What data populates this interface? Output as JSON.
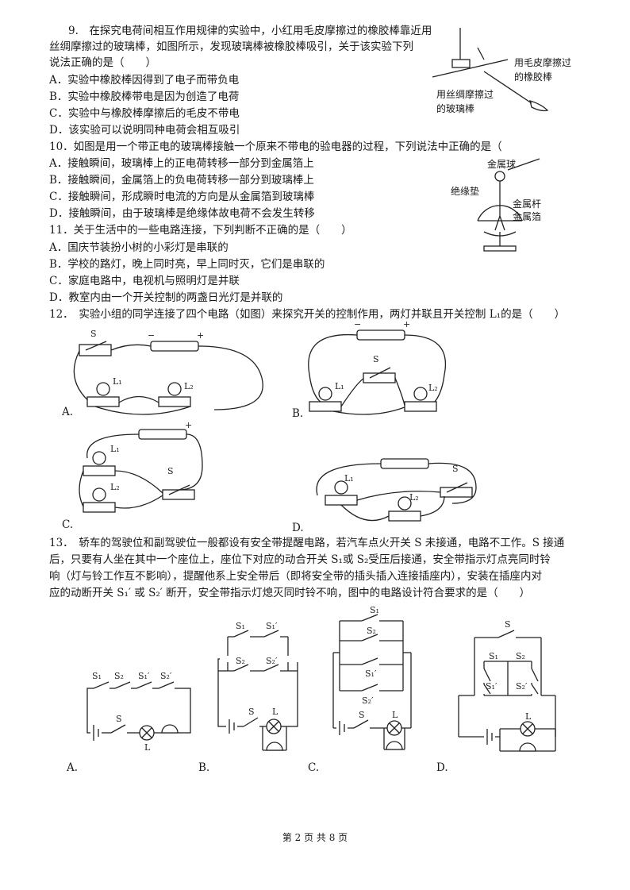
{
  "q9": {
    "stem": [
      "9.　在探究电荷间相互作用规律的实验中，小红用毛皮摩擦过的橡胶棒靠近用",
      "丝绸摩擦过的玻璃棒，如图所示，发现玻璃棒被橡胶棒吸引，关于该实验下列",
      "说法正确的是（　　）"
    ],
    "options": [
      "A．实验中橡胶棒因得到了电子而带负电",
      "B．实验中橡胶棒带电是因为创造了电荷",
      "C．实验中与橡胶棒摩擦后的毛皮不带电",
      "D．该实验可以说明同种电荷会相互吸引"
    ],
    "fig_labels": [
      "用毛皮摩擦过",
      "的橡胶棒",
      "用丝绸摩擦过",
      "的玻璃棒"
    ]
  },
  "q10": {
    "stem": "10．如图是用一个带正电的玻璃棒接触一个原来不带电的验电器的过程，下列说法中正确的是（",
    "options": [
      "A．接触瞬间，玻璃棒上的正电荷转移一部分到金属箔上",
      "B．接触瞬间，金属箔上的负电荷转移一部分到玻璃棒上",
      "C．接触瞬间，形成瞬时电流的方向是从金属箔到玻璃棒",
      "D．接触瞬间，由于玻璃棒是绝缘体故电荷不会发生转移"
    ],
    "fig_labels": [
      "金属球",
      "绝缘垫",
      "金属杆",
      "金属箔"
    ]
  },
  "q11": {
    "stem": "11．关于生活中的一些电路连接，下列判断不正确的是（　　）",
    "options": [
      "A．国庆节装扮小树的小彩灯是串联的",
      "B．学校的路灯，晚上同时亮，早上同时灭，它们是串联的",
      "C．家庭电路中，电视机与照明灯是并联",
      "D．教室内由一个开关控制的两盏日光灯是并联的"
    ]
  },
  "q12": {
    "stem": "12．　实验小组的同学连接了四个电路（如图）来探究开关的控制作用，两灯并联且开关控制 L₁的是（　　）",
    "options": [
      "A.",
      "B.",
      "C.",
      "D."
    ],
    "labels": {
      "s": "S",
      "l1": "L₁",
      "l2": "L₂",
      "minus": "−",
      "plus": "+"
    }
  },
  "q13": {
    "stem": [
      "13．　轿车的驾驶位和副驾驶位一般都设有安全带提醒电路，若汽车点火开关 S 未接通，电路不工作。S 接通",
      "后，只要有人坐在其中一个座位上，座位下对应的动合开关 S₁或 S₂受压后接通，安全带指示灯点亮同时铃",
      "响（灯与铃工作互不影响），提醒他系上安全带后（即将安全带的插头插入连接插座内），安装在插座内对",
      "应的动断开关 S₁′ 或 S₂′ 断开，安全带指示灯熄灭同时铃不响，图中的电路设计符合要求的是（　　）"
    ],
    "options": [
      "A.",
      "B.",
      "C.",
      "D."
    ],
    "labels": {
      "s": "S",
      "s1": "S₁",
      "s2": "S₂",
      "s1p": "S₁′",
      "s2p": "S₂′",
      "l": "L"
    }
  },
  "footer": "第 2 页 共 8 页"
}
